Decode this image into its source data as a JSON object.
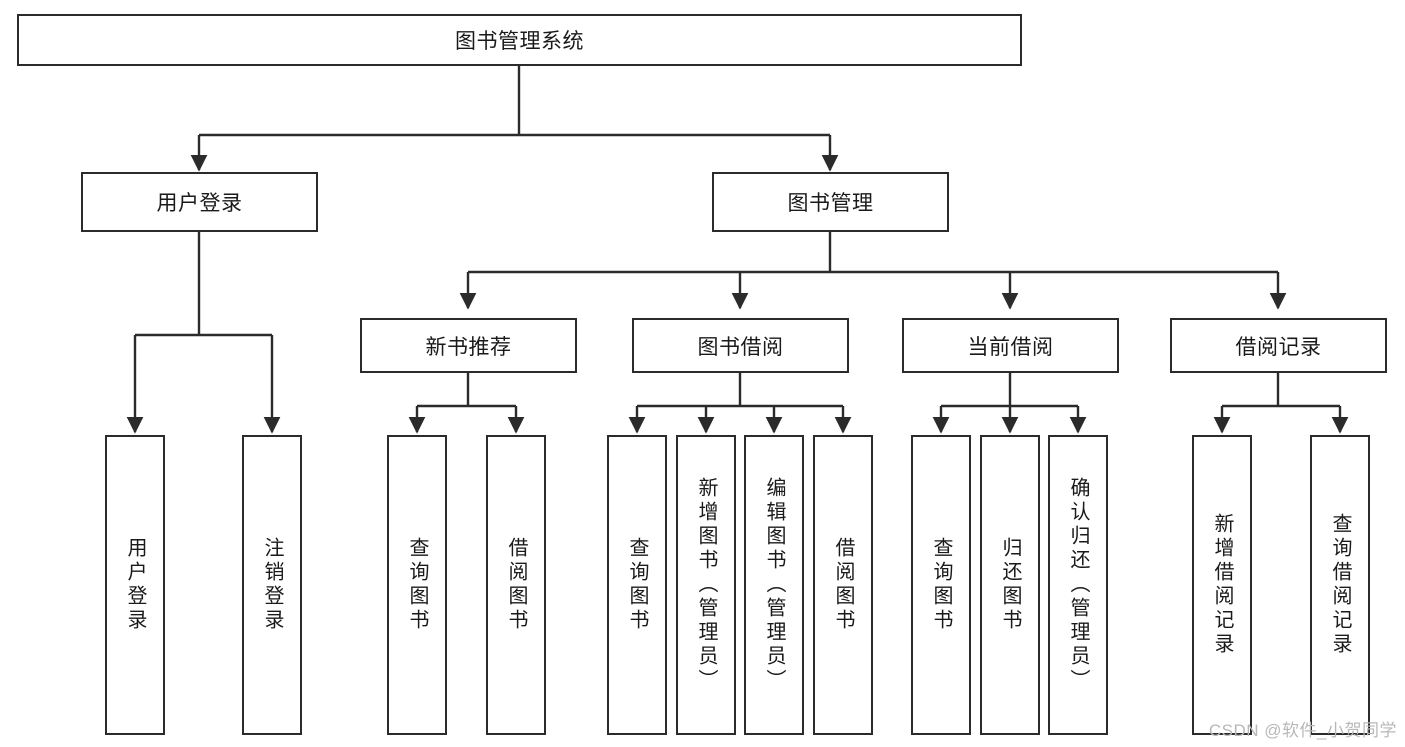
{
  "diagram": {
    "type": "tree-hierarchy",
    "title": "图书管理系统",
    "watermark": "CSDN @软件_小贺同学",
    "colors": {
      "stroke": "#2b2b2b",
      "fill": "#ffffff",
      "text": "#1a1a1a",
      "watermark": "#b8b8b8"
    },
    "nodes": {
      "root": "图书管理系统",
      "level1": {
        "user_login": "用户登录",
        "book_manage": "图书管理"
      },
      "level2": {
        "new_book_rec": "新书推荐",
        "book_borrow": "图书借阅",
        "current_borrow": "当前借阅",
        "borrow_record": "借阅记录"
      },
      "leaves": {
        "user_login_1": "用户登录",
        "user_login_2": "注销登录",
        "new_book_rec_1": "查询图书",
        "new_book_rec_2": "借阅图书",
        "book_borrow_1": "查询图书",
        "book_borrow_2": "新增图书（管理员）",
        "book_borrow_3": "编辑图书（管理员）",
        "book_borrow_4": "借阅图书",
        "current_borrow_1": "查询图书",
        "current_borrow_2": "归还图书",
        "current_borrow_3": "确认归还（管理员）",
        "borrow_record_1": "新增借阅记录",
        "borrow_record_2": "查询借阅记录"
      }
    },
    "edges": [
      {
        "from": "root",
        "to": "user_login"
      },
      {
        "from": "root",
        "to": "book_manage"
      },
      {
        "from": "user_login",
        "to": "user_login_1"
      },
      {
        "from": "user_login",
        "to": "user_login_2"
      },
      {
        "from": "book_manage",
        "to": "new_book_rec"
      },
      {
        "from": "book_manage",
        "to": "book_borrow"
      },
      {
        "from": "book_manage",
        "to": "current_borrow"
      },
      {
        "from": "book_manage",
        "to": "borrow_record"
      },
      {
        "from": "new_book_rec",
        "to": "new_book_rec_1"
      },
      {
        "from": "new_book_rec",
        "to": "new_book_rec_2"
      },
      {
        "from": "book_borrow",
        "to": "book_borrow_1"
      },
      {
        "from": "book_borrow",
        "to": "book_borrow_2"
      },
      {
        "from": "book_borrow",
        "to": "book_borrow_3"
      },
      {
        "from": "book_borrow",
        "to": "book_borrow_4"
      },
      {
        "from": "current_borrow",
        "to": "current_borrow_1"
      },
      {
        "from": "current_borrow",
        "to": "current_borrow_2"
      },
      {
        "from": "current_borrow",
        "to": "current_borrow_3"
      },
      {
        "from": "borrow_record",
        "to": "borrow_record_1"
      },
      {
        "from": "borrow_record",
        "to": "borrow_record_2"
      }
    ]
  }
}
